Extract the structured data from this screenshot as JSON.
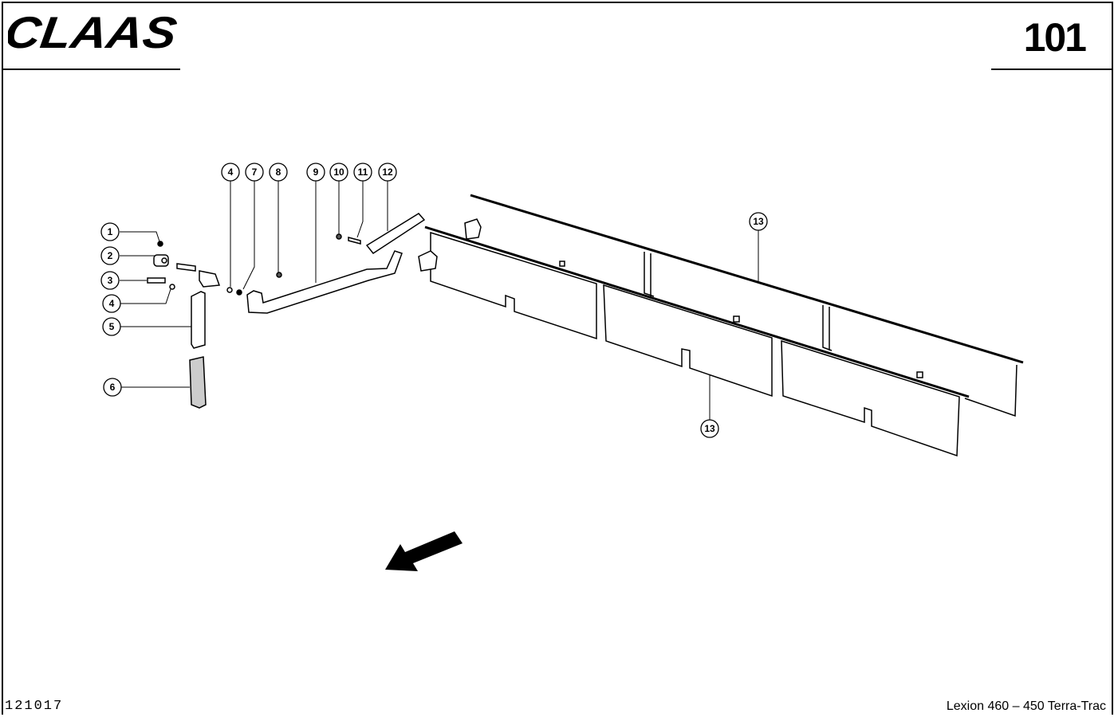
{
  "header": {
    "brand": "CLAAS",
    "page_number": "101"
  },
  "callouts": [
    "1",
    "2",
    "3",
    "4",
    "5",
    "6",
    "4",
    "7",
    "8",
    "9",
    "10",
    "11",
    "12",
    "13",
    "13"
  ],
  "footer": {
    "drawing_number": "121017",
    "model": "Lexion 460 – 450 Terra-Trac"
  },
  "icons": {
    "direction": "arrow-down-left-icon"
  }
}
